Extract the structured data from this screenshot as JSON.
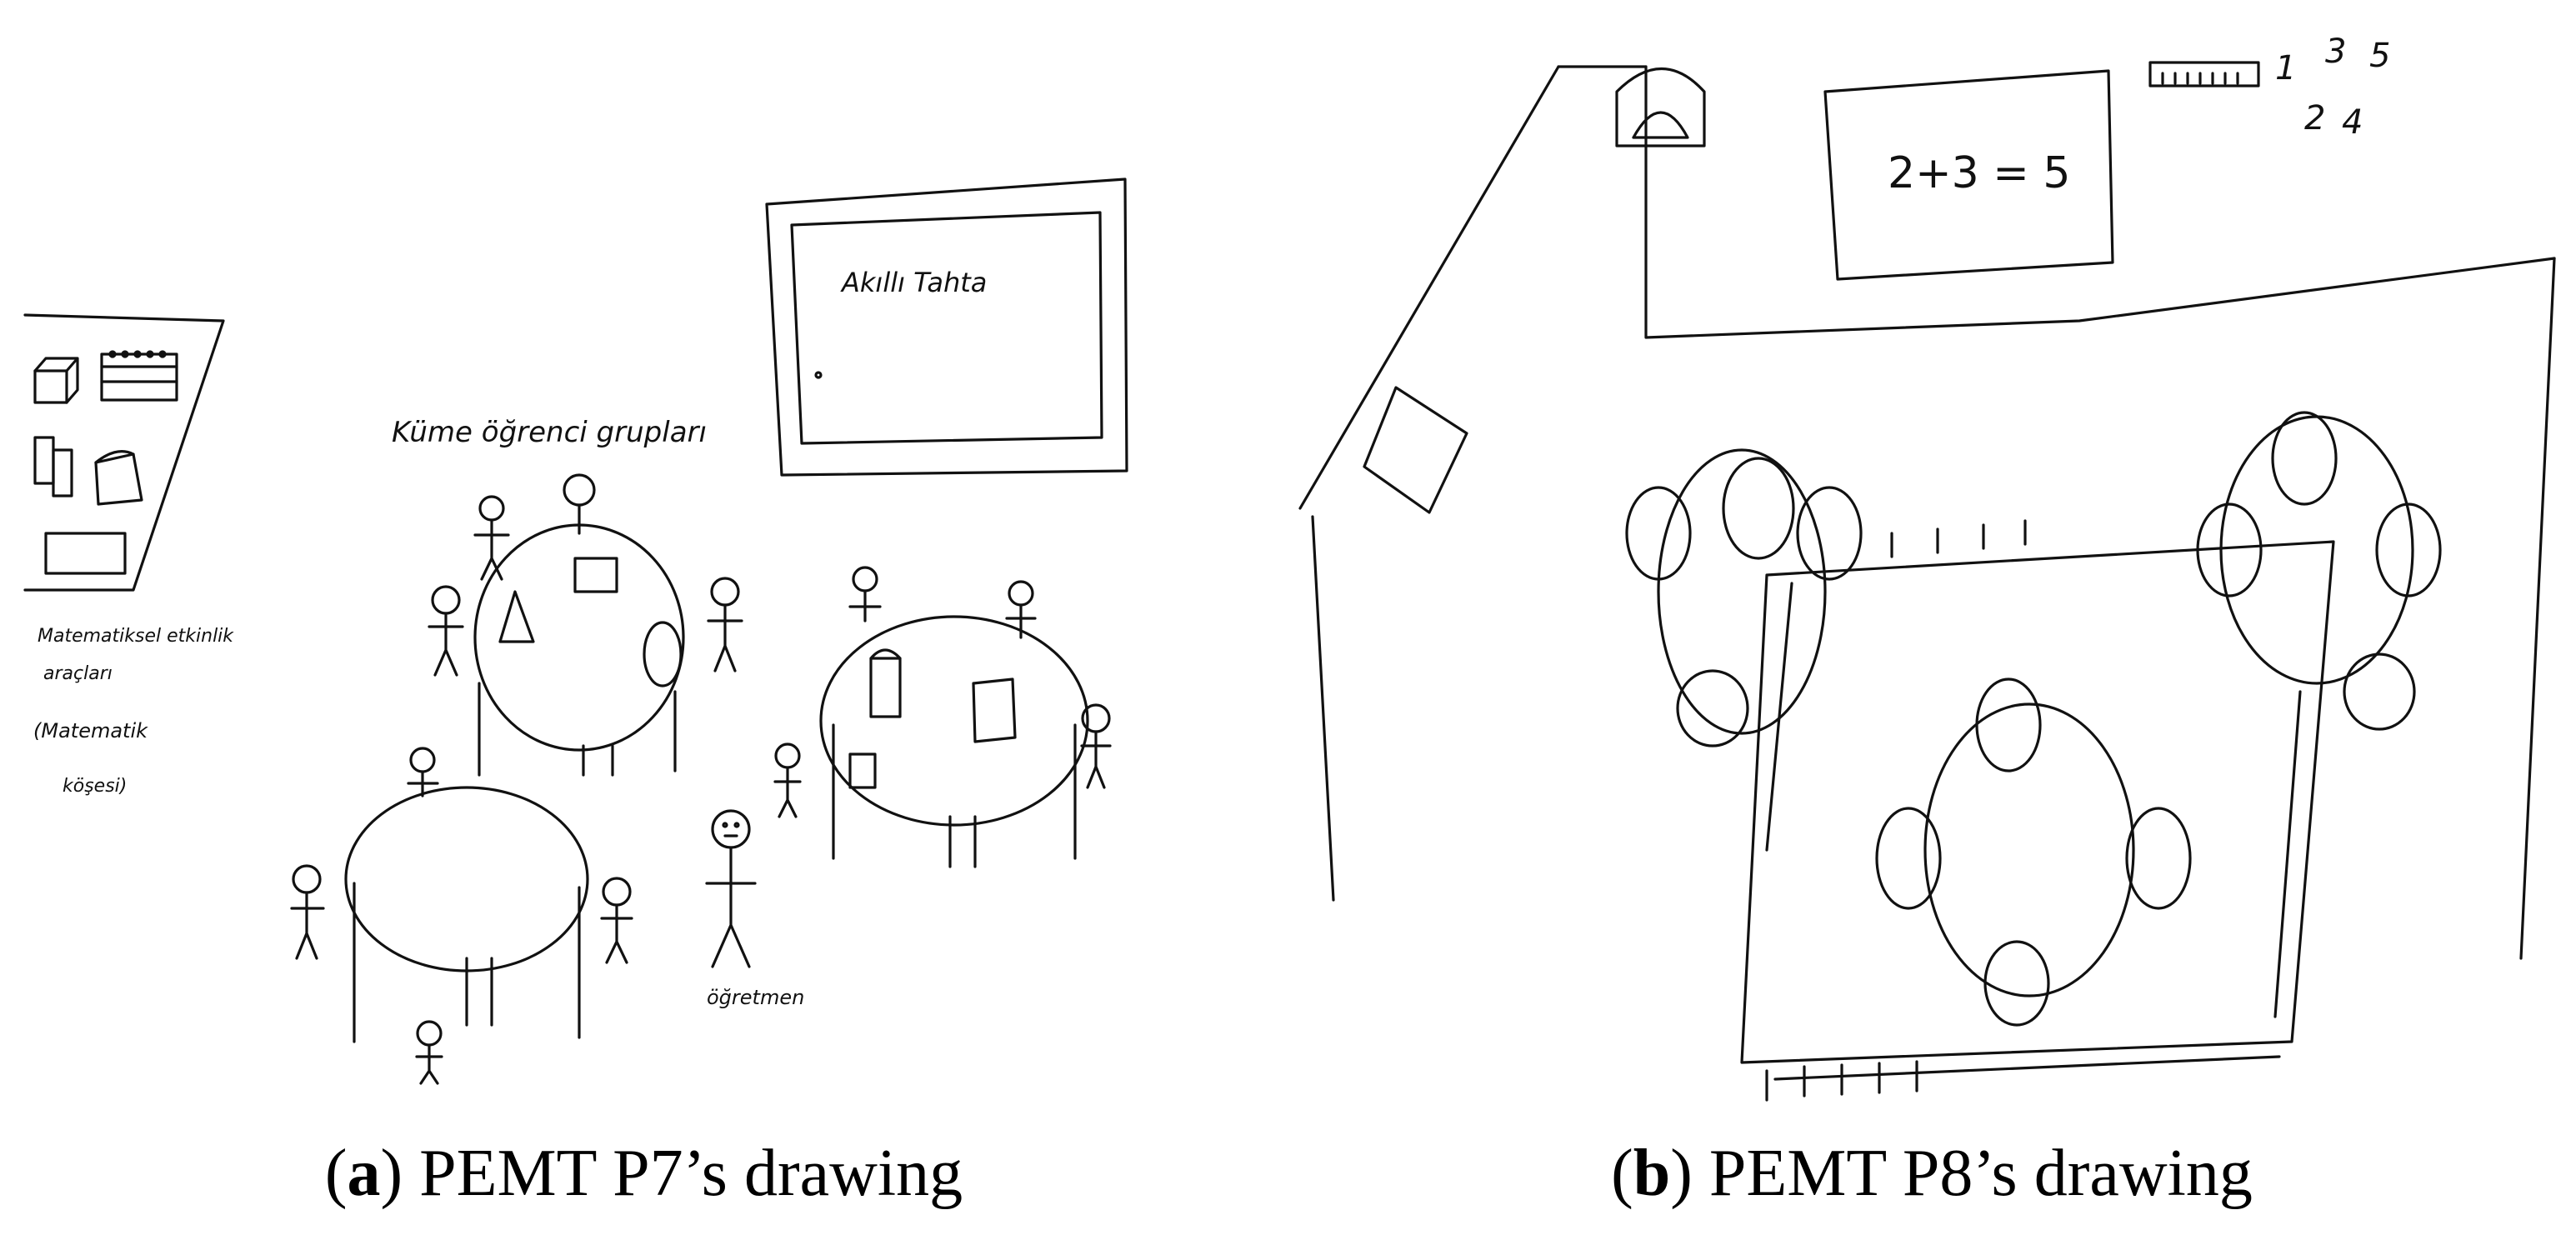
{
  "panel_a": {
    "caption_letter": "a",
    "caption_text": "PEMT P7’s drawing",
    "board_label": "Akıllı Tahta",
    "groups_label": "Küme öğrenci grupları",
    "corner_label_line1": "Matematiksel etkinlik",
    "corner_label_line2": "araçları",
    "corner_label_line3": "(Matematik",
    "corner_label_line4": "köşesi)",
    "teacher_label": "öğretmen"
  },
  "panel_b": {
    "caption_letter": "b",
    "caption_text": "PEMT P8’s drawing",
    "board_equation": "2+3 = 5",
    "numbers": [
      "1",
      "2",
      "3",
      "4",
      "5"
    ]
  },
  "colors": {
    "ink": "#111111",
    "background": "#ffffff"
  }
}
